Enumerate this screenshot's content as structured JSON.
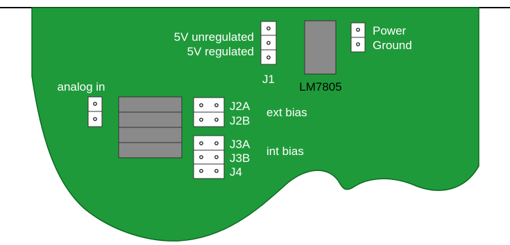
{
  "colors": {
    "board": "#1f9a3a",
    "board_edge": "#0a6a1f",
    "header": "#ffffff",
    "chip": "#8a8a8a",
    "label": "#ffffff",
    "regulator_label": "#000000"
  },
  "labels": {
    "v_unregulated": "5V unregulated",
    "v_regulated": "5V regulated",
    "j1": "J1",
    "regulator": "LM7805",
    "power": "Power",
    "ground": "Ground",
    "analog_in": "analog in",
    "j2a": "J2A",
    "j2b": "J2B",
    "ext_bias": "ext bias",
    "j3a": "J3A",
    "j3b": "J3B",
    "int_bias": "int bias",
    "j4": "J4"
  }
}
